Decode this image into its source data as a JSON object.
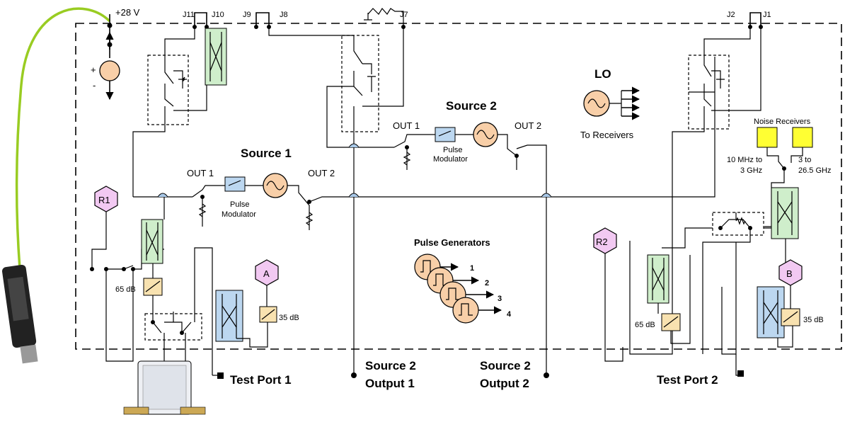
{
  "colors": {
    "coupler_green": "#cfeecb",
    "coupler_blue": "#bcd7f0",
    "source_fill": "#f8cfa8",
    "receiver_fill": "#f2c9f2",
    "attenuator_fill": "#f8e2b0",
    "noise_fill": "#ffff33",
    "cable": "#99cc22",
    "crossing": "#a8c8e8",
    "modulator_fill": "#bcd7f0"
  },
  "power": {
    "supply_label": "+28 V",
    "plus": "+",
    "minus": "-"
  },
  "jumpers": [
    "J11",
    "J10",
    "J9",
    "J8",
    "J7",
    "J2",
    "J1"
  ],
  "source1": {
    "title": "Source 1",
    "out1": "OUT 1",
    "out2": "OUT 2",
    "modulator": [
      "Pulse",
      "Modulator"
    ]
  },
  "source2": {
    "title": "Source 2",
    "out1": "OUT 1",
    "out2": "OUT 2",
    "modulator": [
      "Pulse",
      "Modulator"
    ]
  },
  "lo": {
    "title": "LO",
    "caption": "To Receivers"
  },
  "noise": {
    "title": "Noise Receivers",
    "band1": [
      "10 MHz to",
      "3 GHz"
    ],
    "band2": [
      "3 to",
      "26.5 GHz"
    ]
  },
  "receivers": {
    "r1": "R1",
    "r2": "R2",
    "a": "A",
    "b": "B"
  },
  "attenuators": {
    "att1": "65 dB",
    "att2": "35 dB",
    "att3": "65 dB",
    "att4": "35 dB"
  },
  "pulse_generators": {
    "title": "Pulse Generators",
    "outputs": [
      "1",
      "2",
      "3",
      "4"
    ]
  },
  "ports": {
    "test_port_1": "Test Port 1",
    "test_port_2": "Test Port 2",
    "source2_output1": [
      "Source 2",
      "Output 1"
    ],
    "source2_output2": [
      "Source 2",
      "Output 2"
    ]
  }
}
